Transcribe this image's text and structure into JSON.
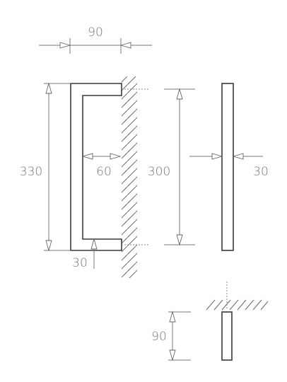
{
  "dimensions": {
    "top_width": "90",
    "overall_height": "330",
    "inner_depth": "60",
    "hole_spacing": "300",
    "bar_thickness": "30",
    "leg_thickness": "30",
    "side_depth": "90"
  }
}
